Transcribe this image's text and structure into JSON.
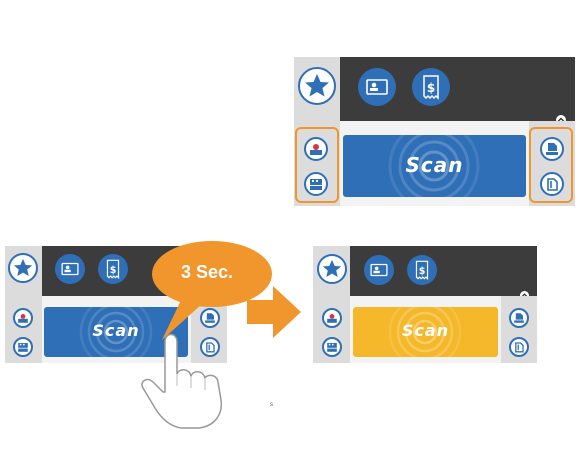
{
  "scan_label": "Scan",
  "hold_duration": "3 Sec.",
  "footnote": "s",
  "colors": {
    "scan_blue": "#2f6fb7",
    "scan_yellow": "#f5b82a",
    "callout_orange": "#f0962c",
    "dark_bar": "#3c3c3c"
  },
  "icons": [
    "favorites-star-icon",
    "id-card-icon",
    "receipt-dollar-icon",
    "photo-icon",
    "mixed-pages-icon",
    "document-icon",
    "document-copy-icon",
    "collapse-caret-icon",
    "hand-pointer-icon",
    "arrow-right-icon"
  ]
}
